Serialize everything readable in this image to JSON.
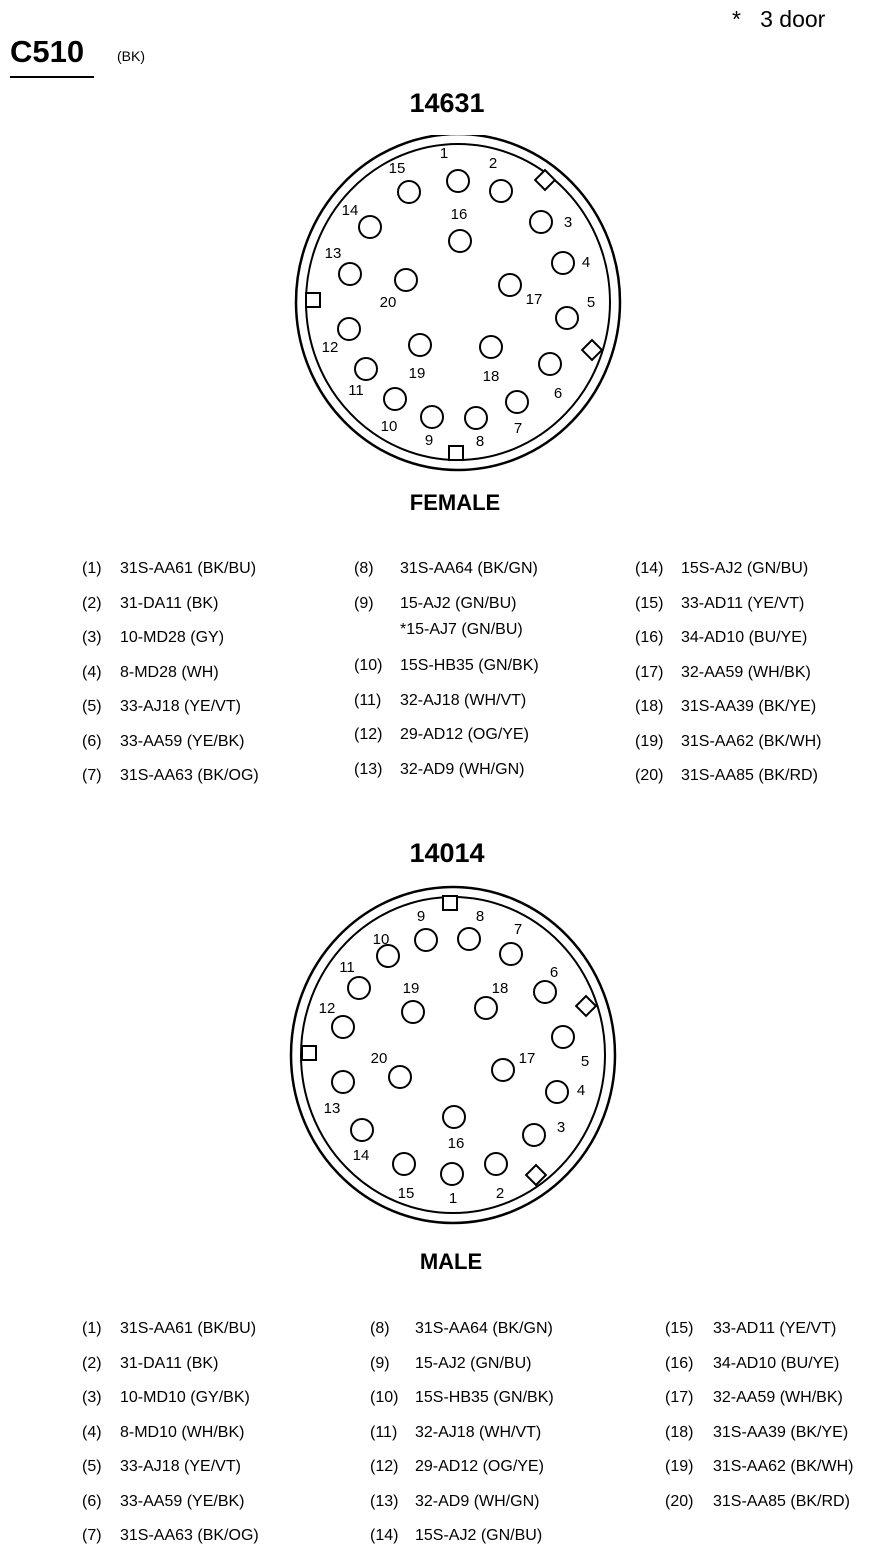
{
  "header": {
    "connector_code": "C510",
    "connector_color": "(BK)",
    "footnote": "*   3 door"
  },
  "connectors": [
    {
      "part_number": "14631",
      "gender": "FEMALE",
      "pins": [
        {
          "num": "(1)",
          "wire": "31S-AA61 (BK/BU)"
        },
        {
          "num": "(2)",
          "wire": "31-DA11 (BK)"
        },
        {
          "num": "(3)",
          "wire": "10-MD28 (GY)"
        },
        {
          "num": "(4)",
          "wire": "8-MD28 (WH)"
        },
        {
          "num": "(5)",
          "wire": "33-AJ18 (YE/VT)"
        },
        {
          "num": "(6)",
          "wire": "33-AA59 (YE/BK)"
        },
        {
          "num": "(7)",
          "wire": "31S-AA63 (BK/OG)"
        },
        {
          "num": "(8)",
          "wire": "31S-AA64 (BK/GN)"
        },
        {
          "num": "(9)",
          "wire": "15-AJ2 (GN/BU)",
          "wire_alt": "*15-AJ7 (GN/BU)"
        },
        {
          "num": "(10)",
          "wire": "15S-HB35 (GN/BK)"
        },
        {
          "num": "(11)",
          "wire": "32-AJ18 (WH/VT)"
        },
        {
          "num": "(12)",
          "wire": "29-AD12 (OG/YE)"
        },
        {
          "num": "(13)",
          "wire": "32-AD9 (WH/GN)"
        },
        {
          "num": "(14)",
          "wire": "15S-AJ2 (GN/BU)"
        },
        {
          "num": "(15)",
          "wire": "33-AD11 (YE/VT)"
        },
        {
          "num": "(16)",
          "wire": "34-AD10 (BU/YE)"
        },
        {
          "num": "(17)",
          "wire": "32-AA59 (WH/BK)"
        },
        {
          "num": "(18)",
          "wire": "31S-AA39 (BK/YE)"
        },
        {
          "num": "(19)",
          "wire": "31S-AA62 (BK/WH)"
        },
        {
          "num": "(20)",
          "wire": "31S-AA85 (BK/RD)"
        }
      ],
      "cavities": [
        {
          "label": "1"
        },
        {
          "label": "2"
        },
        {
          "label": "3"
        },
        {
          "label": "4"
        },
        {
          "label": "5"
        },
        {
          "label": "6"
        },
        {
          "label": "7"
        },
        {
          "label": "8"
        },
        {
          "label": "9"
        },
        {
          "label": "10"
        },
        {
          "label": "11"
        },
        {
          "label": "12"
        },
        {
          "label": "13"
        },
        {
          "label": "14"
        },
        {
          "label": "15"
        },
        {
          "label": "16"
        },
        {
          "label": "17"
        },
        {
          "label": "18"
        },
        {
          "label": "19"
        },
        {
          "label": "20"
        }
      ]
    },
    {
      "part_number": "14014",
      "gender": "MALE",
      "pins": [
        {
          "num": "(1)",
          "wire": "31S-AA61 (BK/BU)"
        },
        {
          "num": "(2)",
          "wire": "31-DA11 (BK)"
        },
        {
          "num": "(3)",
          "wire": "10-MD10 (GY/BK)"
        },
        {
          "num": "(4)",
          "wire": "8-MD10 (WH/BK)"
        },
        {
          "num": "(5)",
          "wire": "33-AJ18 (YE/VT)"
        },
        {
          "num": "(6)",
          "wire": "33-AA59 (YE/BK)"
        },
        {
          "num": "(7)",
          "wire": "31S-AA63 (BK/OG)"
        },
        {
          "num": "(8)",
          "wire": "31S-AA64 (BK/GN)"
        },
        {
          "num": "(9)",
          "wire": "15-AJ2 (GN/BU)"
        },
        {
          "num": "(10)",
          "wire": "15S-HB35 (GN/BK)"
        },
        {
          "num": "(11)",
          "wire": "32-AJ18 (WH/VT)"
        },
        {
          "num": "(12)",
          "wire": "29-AD12 (OG/YE)"
        },
        {
          "num": "(13)",
          "wire": "32-AD9 (WH/GN)"
        },
        {
          "num": "(14)",
          "wire": "15S-AJ2 (GN/BU)"
        },
        {
          "num": "(15)",
          "wire": "33-AD11 (YE/VT)"
        },
        {
          "num": "(16)",
          "wire": "34-AD10 (BU/YE)"
        },
        {
          "num": "(17)",
          "wire": "32-AA59 (WH/BK)"
        },
        {
          "num": "(18)",
          "wire": "31S-AA39 (BK/YE)"
        },
        {
          "num": "(19)",
          "wire": "31S-AA62 (BK/WH)"
        },
        {
          "num": "(20)",
          "wire": "31S-AA85 (BK/RD)"
        }
      ],
      "cavities": [
        {
          "label": "1"
        },
        {
          "label": "2"
        },
        {
          "label": "3"
        },
        {
          "label": "4"
        },
        {
          "label": "5"
        },
        {
          "label": "6"
        },
        {
          "label": "7"
        },
        {
          "label": "8"
        },
        {
          "label": "9"
        },
        {
          "label": "10"
        },
        {
          "label": "11"
        },
        {
          "label": "12"
        },
        {
          "label": "13"
        },
        {
          "label": "14"
        },
        {
          "label": "15"
        },
        {
          "label": "16"
        },
        {
          "label": "17"
        },
        {
          "label": "18"
        },
        {
          "label": "19"
        },
        {
          "label": "20"
        }
      ]
    }
  ]
}
